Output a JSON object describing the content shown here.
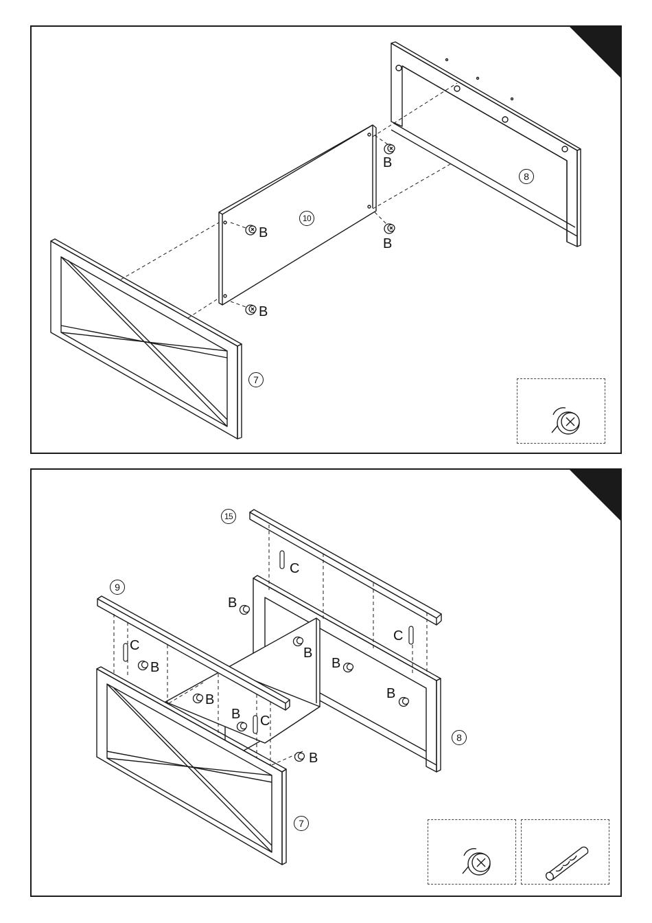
{
  "panel1": {
    "labels": {
      "b1": "B",
      "b2": "B",
      "b3": "B",
      "b4": "B"
    },
    "parts": {
      "p8": "8",
      "p10": "10",
      "p7": "7"
    }
  },
  "panel2": {
    "labels": {
      "c1": "C",
      "c2": "C",
      "c3": "C",
      "c4": "C",
      "b1": "B",
      "b2": "B",
      "b3": "B",
      "b4": "B",
      "b5": "B",
      "b6": "B",
      "b7": "B"
    },
    "parts": {
      "p15": "15",
      "p9": "9",
      "p8": "8",
      "p7": "7"
    }
  },
  "colors": {
    "line": "#1a1a1a",
    "frame_inner": "#3a3a3a"
  },
  "icons": [
    "cam-lock-icon",
    "wooden-dowel-icon"
  ]
}
